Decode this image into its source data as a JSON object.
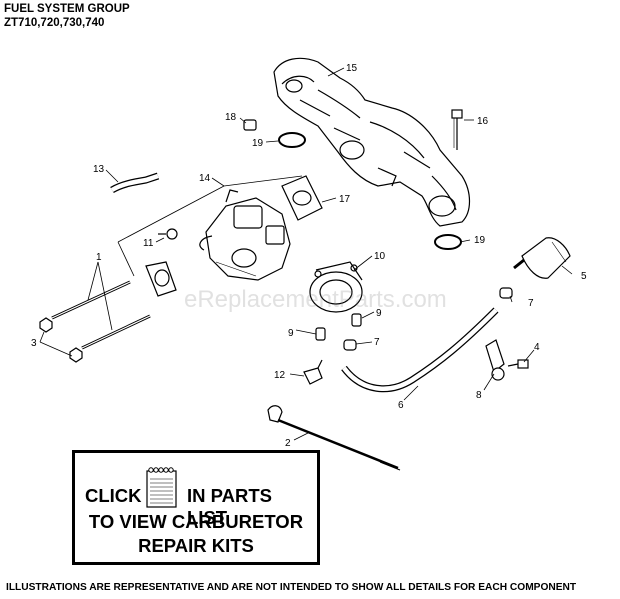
{
  "header": {
    "title": "FUEL SYSTEM GROUP",
    "subtitle": "ZT710,720,730,740"
  },
  "callouts": [
    {
      "id": "c1",
      "label": "1"
    },
    {
      "id": "c2",
      "label": "2"
    },
    {
      "id": "c3",
      "label": "3"
    },
    {
      "id": "c4",
      "label": "4"
    },
    {
      "id": "c5",
      "label": "5"
    },
    {
      "id": "c6",
      "label": "6"
    },
    {
      "id": "c7a",
      "label": "7"
    },
    {
      "id": "c7b",
      "label": "7"
    },
    {
      "id": "c8",
      "label": "8"
    },
    {
      "id": "c9a",
      "label": "9"
    },
    {
      "id": "c9b",
      "label": "9"
    },
    {
      "id": "c10",
      "label": "10"
    },
    {
      "id": "c11",
      "label": "11"
    },
    {
      "id": "c12",
      "label": "12"
    },
    {
      "id": "c13",
      "label": "13"
    },
    {
      "id": "c14",
      "label": "14"
    },
    {
      "id": "c15",
      "label": "15"
    },
    {
      "id": "c16",
      "label": "16"
    },
    {
      "id": "c17",
      "label": "17"
    },
    {
      "id": "c18",
      "label": "18"
    },
    {
      "id": "c19a",
      "label": "19"
    },
    {
      "id": "c19b",
      "label": "19"
    }
  ],
  "parts_box": {
    "click_word": "CLICK",
    "click_rest": "IN PARTS LIST",
    "line2": "TO VIEW CARBURETOR",
    "line3": "REPAIR KITS"
  },
  "watermark": "eReplacementParts.com",
  "footer": "ILLUSTRATIONS ARE REPRESENTATIVE AND ARE NOT INTENDED TO SHOW ALL DETAILS FOR EACH COMPONENT",
  "icons": [
    "parts-list-icon"
  ]
}
